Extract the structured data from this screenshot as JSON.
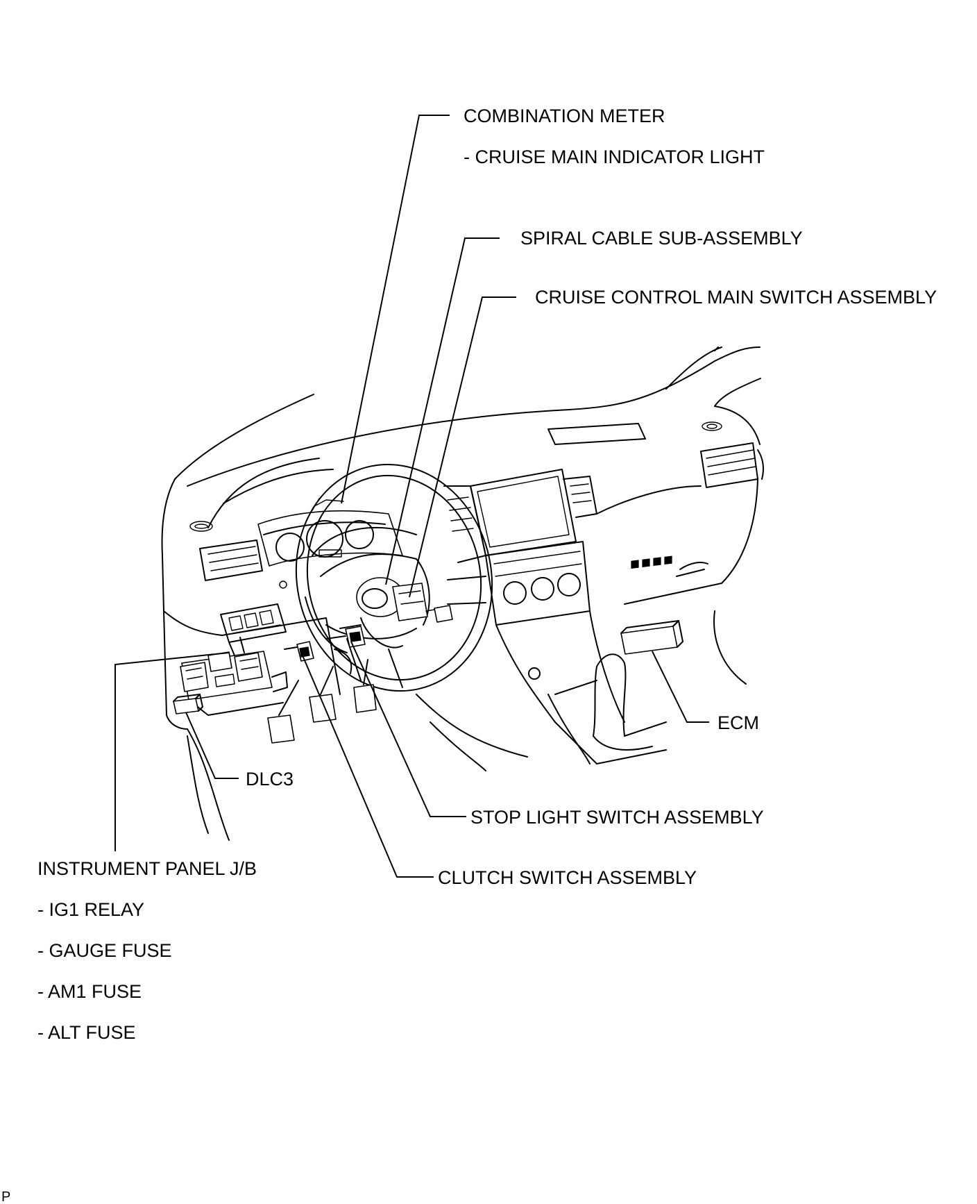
{
  "labels": {
    "combination_meter": "COMBINATION METER",
    "cruise_main_indicator": "- CRUISE MAIN INDICATOR LIGHT",
    "spiral_cable": "SPIRAL CABLE SUB-ASSEMBLY",
    "cruise_control_switch": "CRUISE CONTROL MAIN SWITCH ASSEMBLY",
    "ecm": "ECM",
    "dlc3": "DLC3",
    "stop_light_switch": "STOP LIGHT SWITCH ASSEMBLY",
    "instrument_panel_jb": "INSTRUMENT PANEL J/B",
    "clutch_switch": "CLUTCH SWITCH ASSEMBLY",
    "ig1_relay": "- IG1 RELAY",
    "gauge_fuse": "- GAUGE FUSE",
    "am1_fuse": "- AM1 FUSE",
    "alt_fuse": "- ALT FUSE"
  },
  "corner_mark": "P"
}
